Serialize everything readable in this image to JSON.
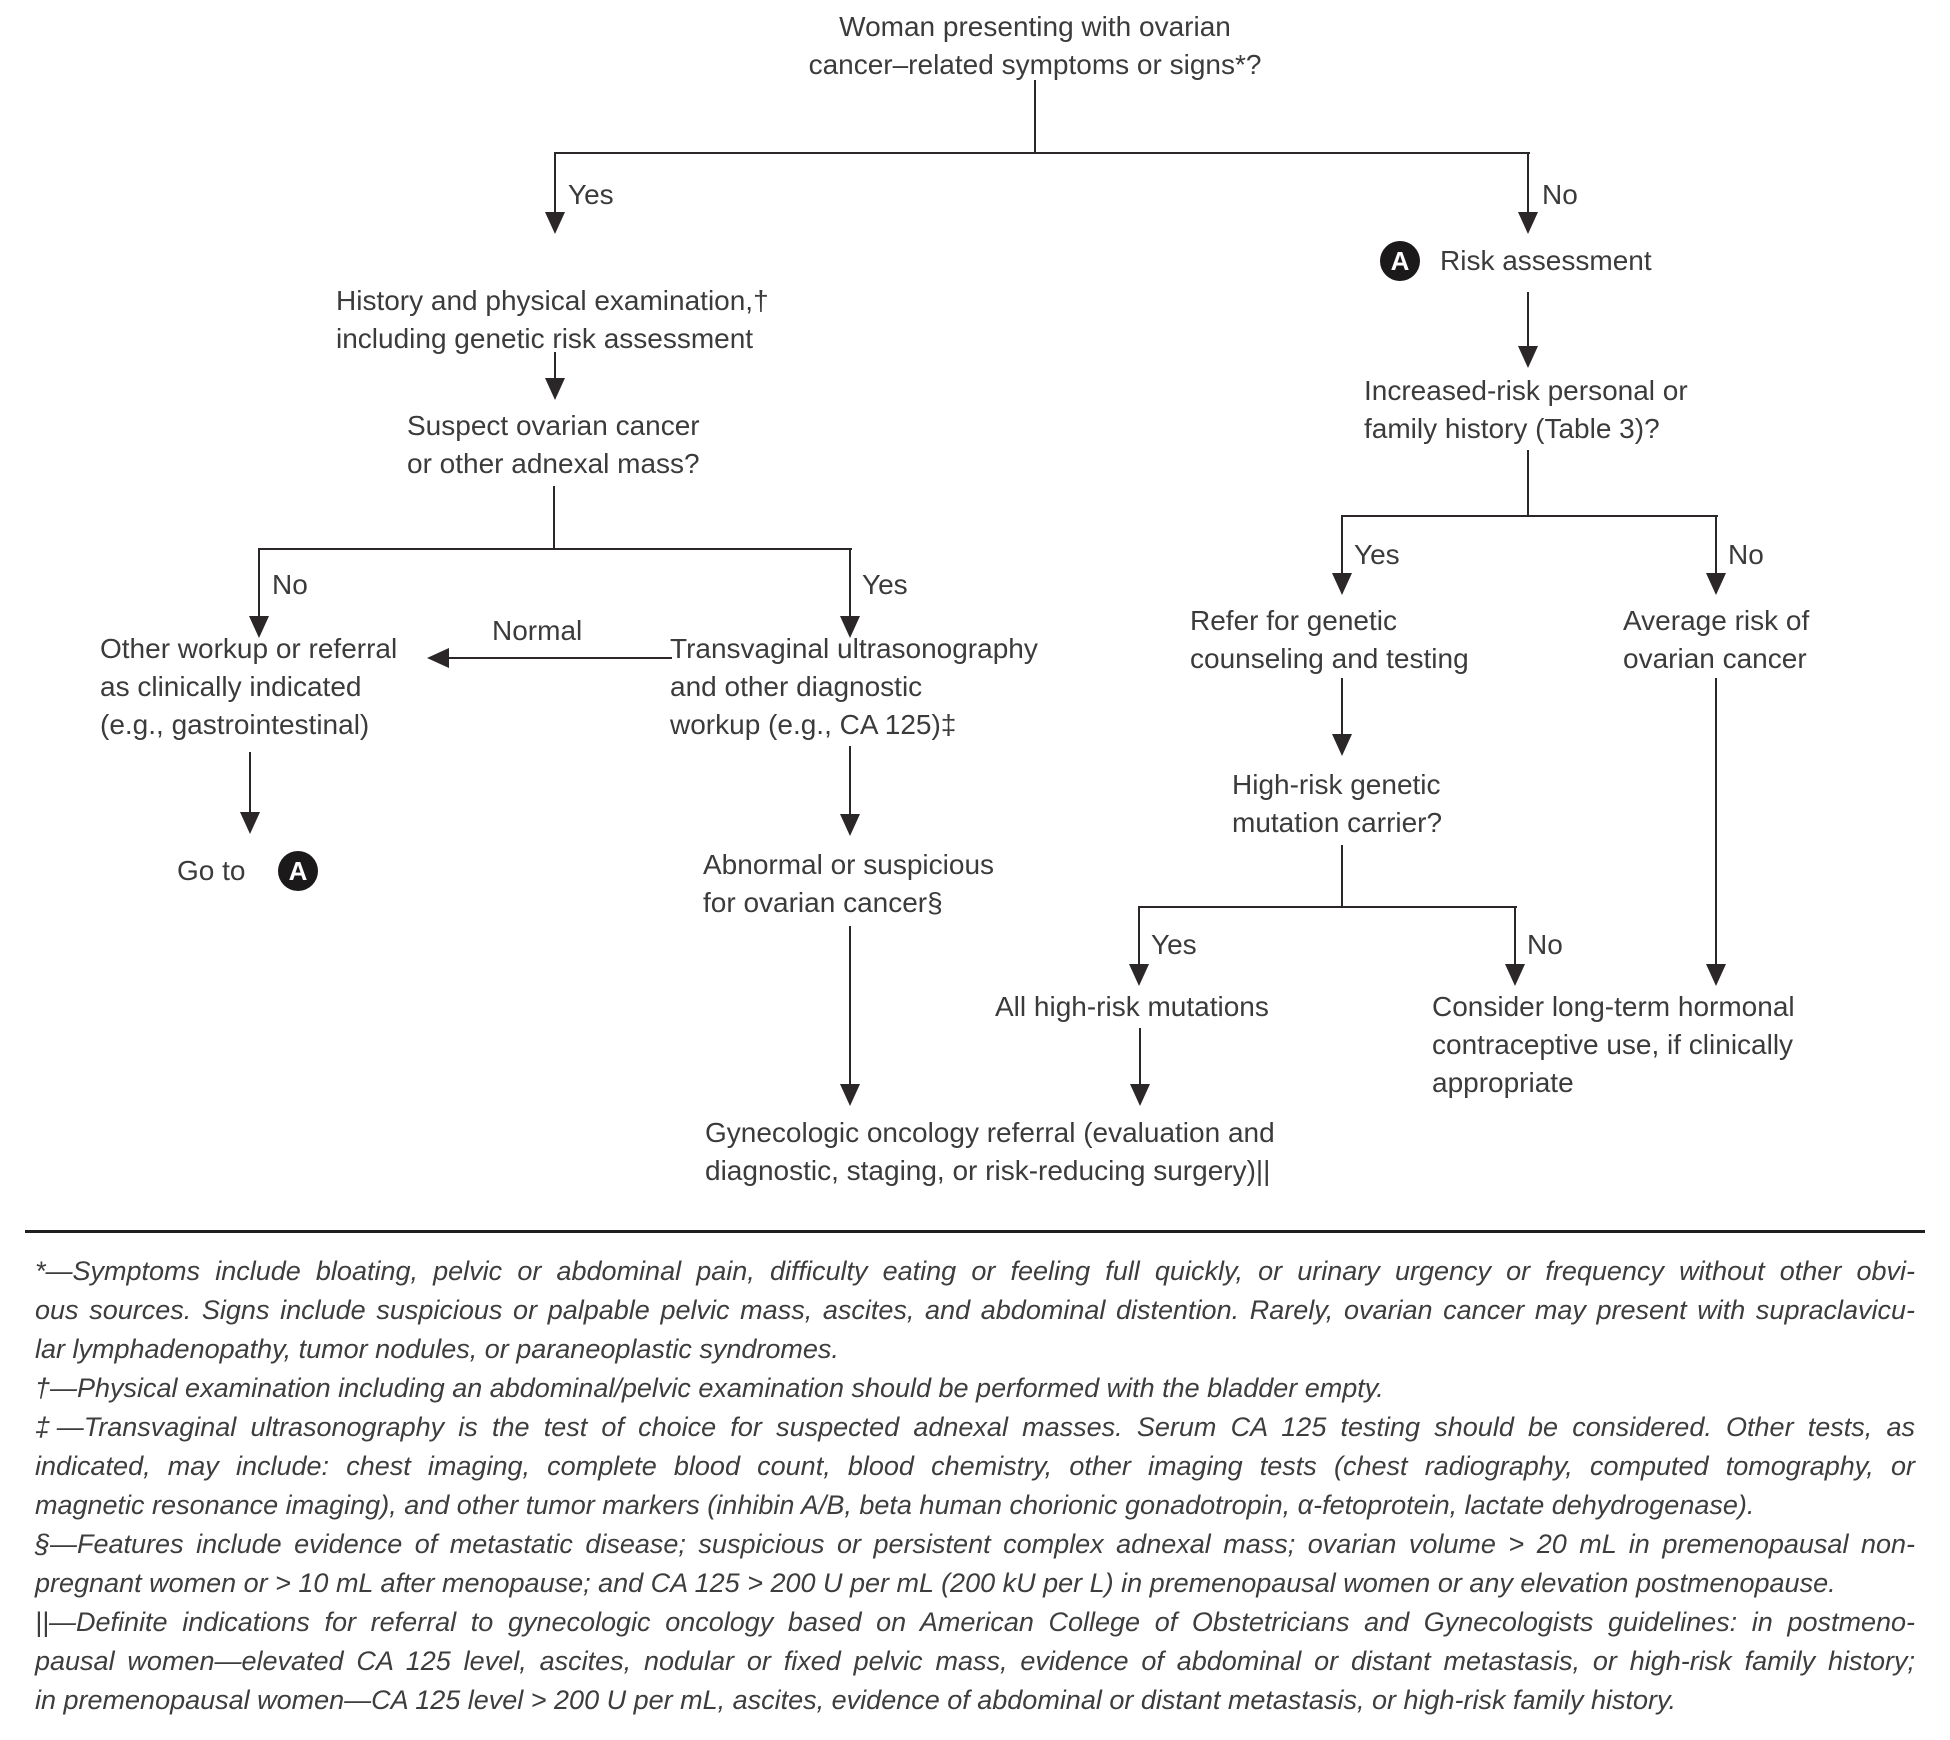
{
  "flowchart": {
    "nodes": {
      "start": "Woman presenting with ovarian\ncancer–related symptoms or signs*?",
      "history_exam": "History and physical examination,†\nincluding genetic risk assessment",
      "suspect_mass": "Suspect ovarian cancer\nor other adnexal mass?",
      "other_workup": "Other workup or referral\nas clinically indicated\n(e.g., gastrointestinal)",
      "go_to_label": "Go to",
      "marker_a": "A",
      "risk_assessment": "Risk assessment",
      "transvaginal": "Transvaginal ultrasonography\nand other diagnostic\nworkup (e.g., CA 125)‡",
      "abnormal": "Abnormal or suspicious\nfor ovarian cancer§",
      "gyn_onc_referral": "Gynecologic oncology referral (evaluation and\ndiagnostic, staging, or risk-reducing surgery)||",
      "increased_risk": "Increased-risk personal or\nfamily history (Table 3)?",
      "refer_genetic": "Refer for genetic\ncounseling and testing",
      "average_risk": "Average risk of\novarian cancer",
      "high_risk_carrier": "High-risk genetic\nmutation carrier?",
      "all_high_risk": "All high-risk mutations",
      "consider_hormonal": "Consider long-term hormonal\ncontraceptive use, if clinically\nappropriate"
    },
    "edge_labels": {
      "yes": "Yes",
      "no": "No",
      "normal": "Normal"
    },
    "colors": {
      "ink": "#3b3b3b",
      "line": "#2b2627",
      "marker_bg": "#1c191a",
      "marker_fg": "#ffffff"
    }
  },
  "footnotes": [
    {
      "lines": [
        "*—Symptoms include bloating, pelvic or abdominal pain, difficulty eating or feeling full quickly, or urinary urgency or frequency without other obvi-",
        "ous sources. Signs include suspicious or palpable pelvic mass, ascites, and abdominal distention. Rarely, ovarian cancer may present with supraclavicu-",
        "lar lymphadenopathy, tumor nodules, or paraneoplastic syndromes."
      ]
    },
    {
      "lines": [
        "†—Physical examination including an abdominal/pelvic examination should be performed with the bladder empty."
      ]
    },
    {
      "lines": [
        "‡—Transvaginal ultrasonography is the test of choice for suspected adnexal masses. Serum CA 125 testing should be considered. Other tests, as",
        "indicated, may include: chest imaging, complete blood count, blood chemistry, other imaging tests (chest radiography, computed tomography, or",
        "magnetic resonance imaging), and other tumor markers (inhibin A/B, beta human chorionic gonadotropin, α-fetoprotein, lactate dehydrogenase)."
      ]
    },
    {
      "lines": [
        "§—Features include evidence of metastatic disease; suspicious or persistent complex adnexal mass; ovarian volume > 20 mL in premenopausal non-",
        "pregnant women or > 10 mL after menopause; and CA 125 > 200 U per mL (200 kU per L) in premenopausal women or any elevation postmenopause."
      ]
    },
    {
      "lines": [
        "||—Definite indications for referral to gynecologic oncology based on American College of Obstetricians and Gynecologists guidelines: in postmeno-",
        "pausal women—elevated CA 125 level, ascites, nodular or fixed pelvic mass, evidence of abdominal or distant metastasis, or high-risk family history;",
        "in premenopausal women—CA 125 level > 200 U per mL, ascites, evidence of abdominal or distant metastasis, or high-risk family history."
      ]
    }
  ]
}
